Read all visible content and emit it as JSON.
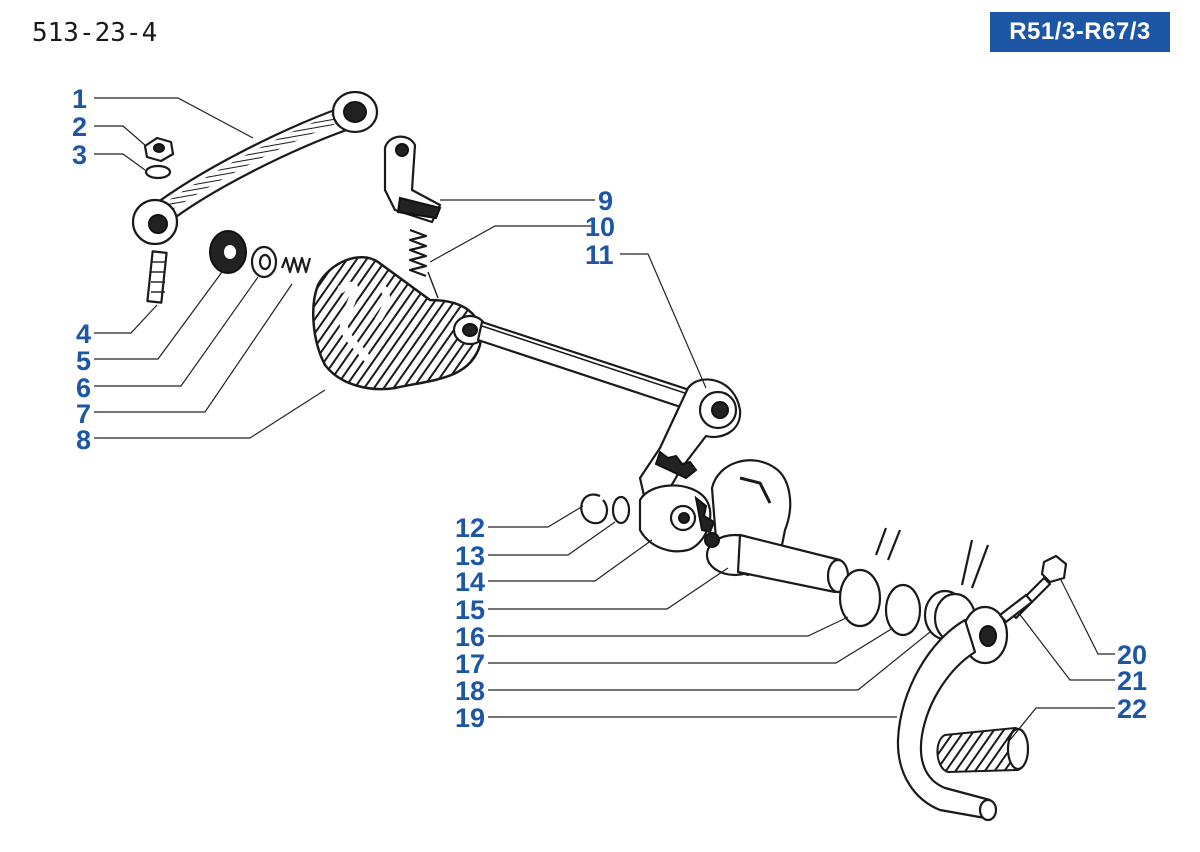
{
  "header": {
    "doc_code": "513-23-4",
    "model_badge": "R51/3-R67/3"
  },
  "colors": {
    "label_blue": "#1d56a4",
    "badge_bg": "#1d56a4",
    "ink": "#1a1a1a"
  },
  "callouts": [
    "1",
    "2",
    "3",
    "4",
    "5",
    "6",
    "7",
    "8",
    "9",
    "10",
    "11",
    "12",
    "13",
    "14",
    "15",
    "16",
    "17",
    "18",
    "19",
    "20",
    "21",
    "22"
  ]
}
